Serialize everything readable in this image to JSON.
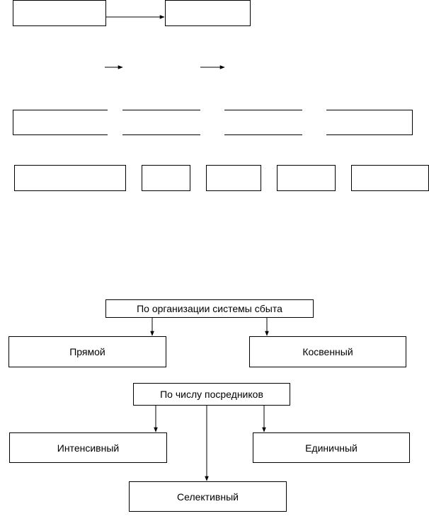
{
  "diagram": {
    "top_row": {
      "box_a": "",
      "box_b": ""
    },
    "row3": [
      "",
      "",
      "",
      ""
    ],
    "row4": [
      "",
      "",
      "",
      "",
      ""
    ],
    "classification": {
      "by_distribution": {
        "title": "По организации системы сбыта",
        "left": "Прямой",
        "right": "Косвенный"
      },
      "by_intermediaries": {
        "title": "По числу посредников",
        "left": "Интенсивный",
        "right": "Единичный",
        "bottom": "Селективный"
      }
    }
  }
}
